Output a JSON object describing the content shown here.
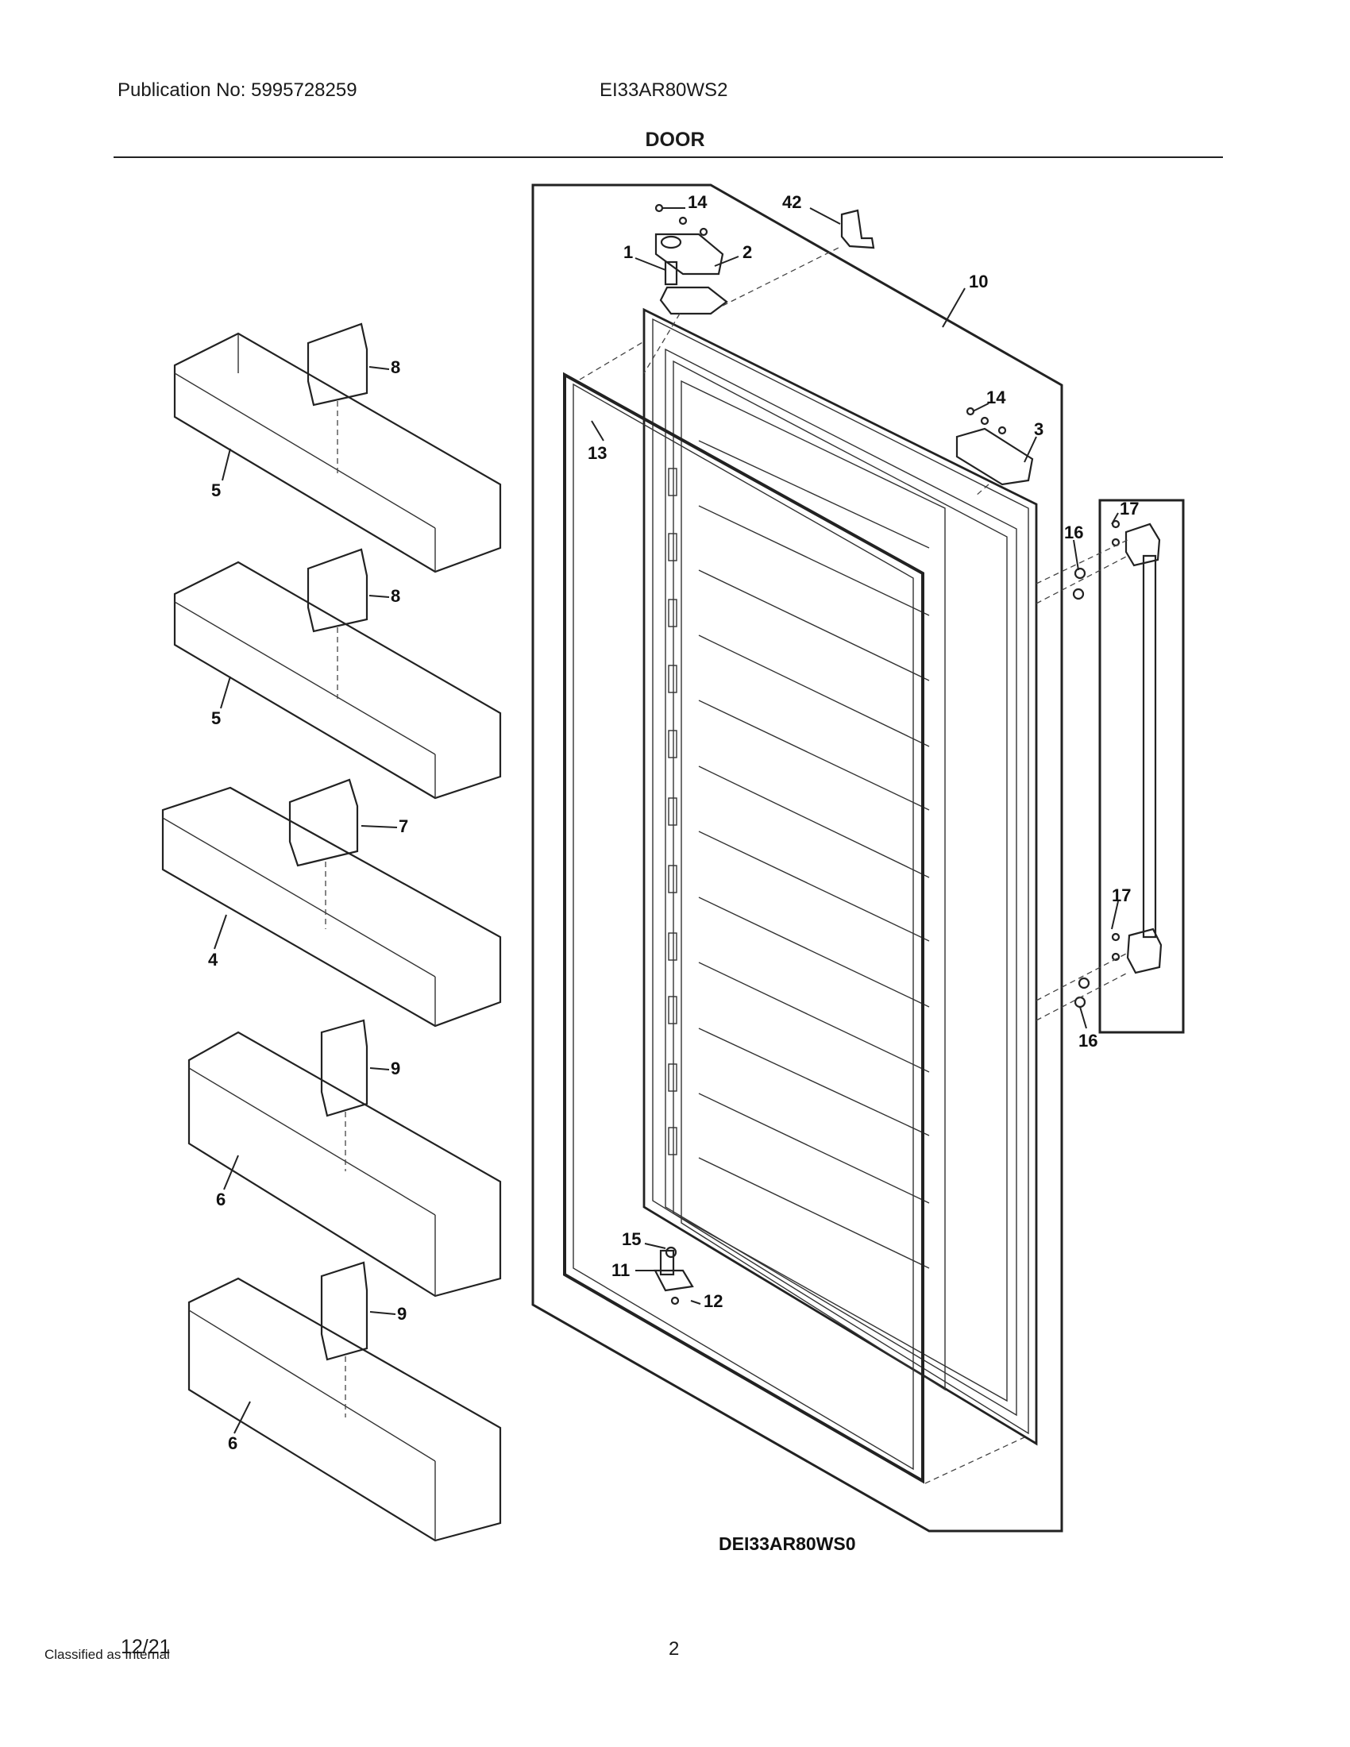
{
  "header": {
    "publication": "Publication No: 5995728259",
    "model": "EI33AR80WS2",
    "section_title": "DOOR"
  },
  "diagram": {
    "figure_id": "DEI33AR80WS0",
    "callouts": {
      "c1": "1",
      "c2": "2",
      "c3": "3",
      "c4": "4",
      "c5a": "5",
      "c5b": "5",
      "c6a": "6",
      "c6b": "6",
      "c7": "7",
      "c8a": "8",
      "c8b": "8",
      "c9a": "9",
      "c9b": "9",
      "c10": "10",
      "c11": "11",
      "c12": "12",
      "c13": "13",
      "c14a": "14",
      "c14b": "14",
      "c15": "15",
      "c16a": "16",
      "c16b": "16",
      "c17a": "17",
      "c17b": "17",
      "c42": "42"
    }
  },
  "footer": {
    "date": "12/21",
    "classification": "Classified as Internal",
    "page": "2"
  }
}
